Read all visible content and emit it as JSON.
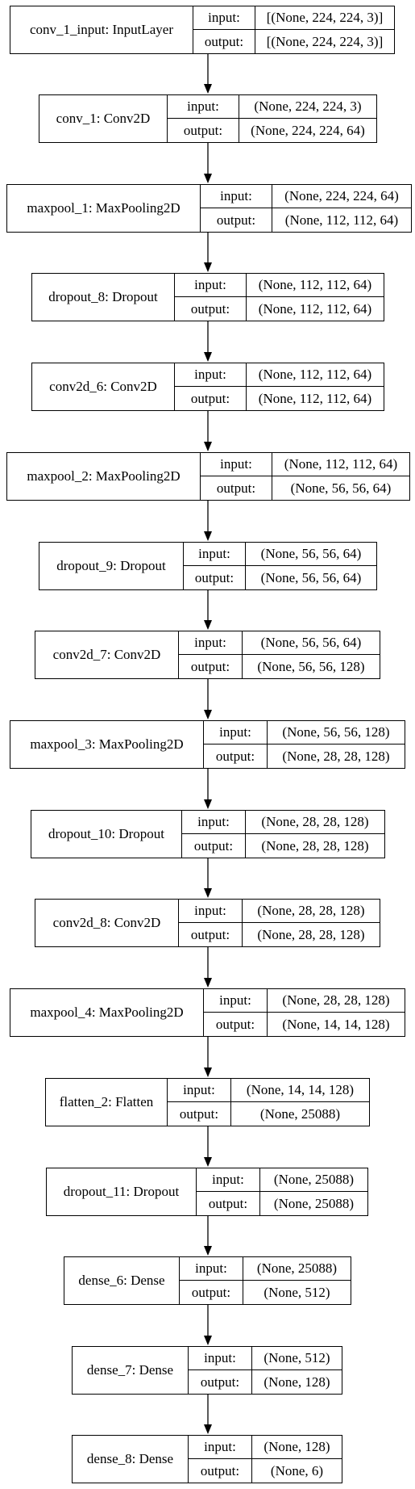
{
  "io_labels": {
    "input": "input:",
    "output": "output:"
  },
  "layers": [
    {
      "name": "conv_1_input: InputLayer",
      "input": "[(None, 224, 224, 3)]",
      "output": "[(None, 224, 224, 3)]"
    },
    {
      "name": "conv_1: Conv2D",
      "input": "(None, 224, 224, 3)",
      "output": "(None, 224, 224, 64)"
    },
    {
      "name": "maxpool_1: MaxPooling2D",
      "input": "(None, 224, 224, 64)",
      "output": "(None, 112, 112, 64)"
    },
    {
      "name": "dropout_8: Dropout",
      "input": "(None, 112, 112, 64)",
      "output": "(None, 112, 112, 64)"
    },
    {
      "name": "conv2d_6: Conv2D",
      "input": "(None, 112, 112, 64)",
      "output": "(None, 112, 112, 64)"
    },
    {
      "name": "maxpool_2: MaxPooling2D",
      "input": "(None, 112, 112, 64)",
      "output": "(None, 56, 56, 64)"
    },
    {
      "name": "dropout_9: Dropout",
      "input": "(None, 56, 56, 64)",
      "output": "(None, 56, 56, 64)"
    },
    {
      "name": "conv2d_7: Conv2D",
      "input": "(None, 56, 56, 64)",
      "output": "(None, 56, 56, 128)"
    },
    {
      "name": "maxpool_3: MaxPooling2D",
      "input": "(None, 56, 56, 128)",
      "output": "(None, 28, 28, 128)"
    },
    {
      "name": "dropout_10: Dropout",
      "input": "(None, 28, 28, 128)",
      "output": "(None, 28, 28, 128)"
    },
    {
      "name": "conv2d_8: Conv2D",
      "input": "(None, 28, 28, 128)",
      "output": "(None, 28, 28, 128)"
    },
    {
      "name": "maxpool_4: MaxPooling2D",
      "input": "(None, 28, 28, 128)",
      "output": "(None, 14, 14, 128)"
    },
    {
      "name": "flatten_2: Flatten",
      "input": "(None, 14, 14, 128)",
      "output": "(None, 25088)"
    },
    {
      "name": "dropout_11: Dropout",
      "input": "(None, 25088)",
      "output": "(None, 25088)"
    },
    {
      "name": "dense_6: Dense",
      "input": "(None, 25088)",
      "output": "(None, 512)"
    },
    {
      "name": "dense_7: Dense",
      "input": "(None, 512)",
      "output": "(None, 128)"
    },
    {
      "name": "dense_8: Dense",
      "input": "(None, 128)",
      "output": "(None, 6)"
    }
  ]
}
